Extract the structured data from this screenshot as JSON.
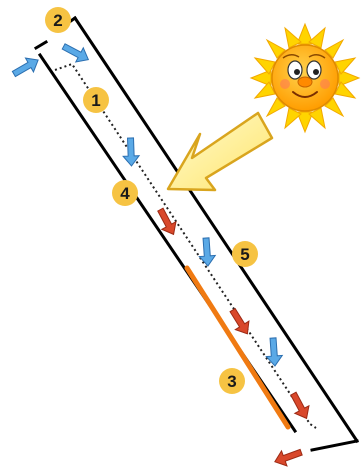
{
  "diagram": {
    "markers": [
      {
        "id": "marker-1",
        "label": "1"
      },
      {
        "id": "marker-2",
        "label": "2"
      },
      {
        "id": "marker-3",
        "label": "3"
      },
      {
        "id": "marker-4",
        "label": "4"
      },
      {
        "id": "marker-5",
        "label": "5"
      }
    ],
    "colors": {
      "frame": "#000000",
      "cool_arrow": "#5aa9e6",
      "warm_arrow": "#d9482b",
      "absorber": "#f07a12",
      "marker_fill": "#f6c343",
      "sun_arrow_fill": "#fff19c",
      "sun_arrow_stroke": "#d9a51e",
      "sun_face": "#ffb200",
      "sun_rays": "#ffd400"
    },
    "icons": [
      "sun-icon",
      "sunlight-arrow-icon",
      "cool-air-arrow-icon",
      "warm-air-arrow-icon"
    ]
  }
}
